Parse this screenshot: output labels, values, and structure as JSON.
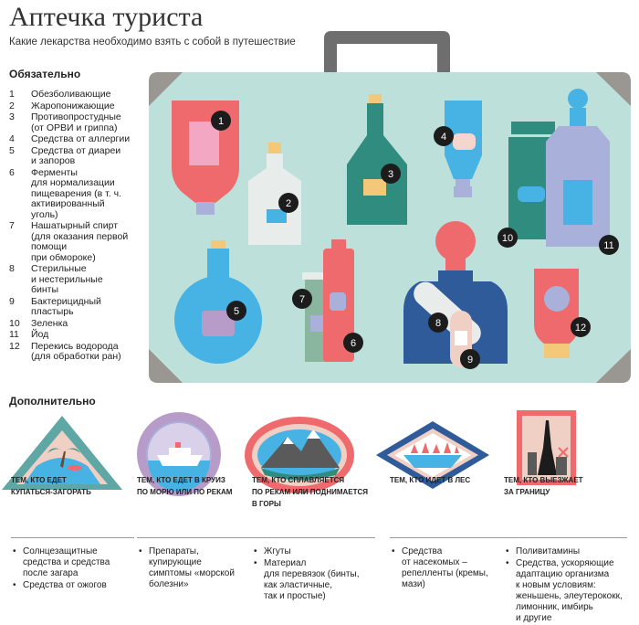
{
  "title": "Аптечка туриста",
  "subtitle": "Какие лекарства необходимо взять с собой  в путешествие",
  "required": {
    "heading": "Обязательно",
    "items": [
      {
        "n": "1",
        "text": "Обезболивающие"
      },
      {
        "n": "2",
        "text": "Жаропонижающие"
      },
      {
        "n": "3",
        "text": "Противопростудные\n(от ОРВИ и гриппа)"
      },
      {
        "n": "4",
        "text": "Средства от аллергии"
      },
      {
        "n": "5",
        "text": "Средства от диареи\nи запоров"
      },
      {
        "n": "6",
        "text": "Ферменты\nдля нормализации\nпищеварения (в т. ч.\nактивированный\nуголь)"
      },
      {
        "n": "7",
        "text": "Нашатырный спирт\n(для оказания первой\nпомощи\nпри обмороке)"
      },
      {
        "n": "8",
        "text": "Стерильные\nи нестерильные\nбинты"
      },
      {
        "n": "9",
        "text": "Бактерицидный\nпластырь"
      },
      {
        "n": "10",
        "text": "Зеленка"
      },
      {
        "n": "11",
        "text": "Йод"
      },
      {
        "n": "12",
        "text": "Перекись водорода\n(для обработки ран)"
      }
    ]
  },
  "case_markers": [
    "1",
    "2",
    "3",
    "4",
    "5",
    "6",
    "7",
    "8",
    "9",
    "10",
    "11",
    "12"
  ],
  "additional": {
    "heading": "Дополнительно",
    "categories": [
      {
        "head": "ТЕМ, КТО ЕДЕТ\nКУПАТЬСЯ-ЗАГОРАТЬ",
        "items": [
          "Солнцезащитные\nсредства и средства\nпосле загара",
          "Средства от ожогов"
        ]
      },
      {
        "head": "ТЕМ, КТО ЕДЕТ В КРУИЗ\nПО МОРЮ ИЛИ ПО РЕКАМ",
        "items": [
          "Препараты,\nкупирующие\nсимптомы «морской\nболезни»"
        ]
      },
      {
        "head": "ТЕМ, КТО СПЛАВЛЯЕТСЯ\nПО РЕКАМ ИЛИ ПОДНИМАЕТСЯ\nВ ГОРЫ",
        "items": [
          "Жгуты",
          "Материал\nдля перевязок (бинты,\nкак эластичные,\nтак и простые)"
        ]
      },
      {
        "head": "ТЕМ, КТО ИДЕТ В ЛЕС",
        "items": [
          "Средства\nот насекомых –\nрепелленты (кремы,\nмази)"
        ]
      },
      {
        "head": "ТЕМ, КТО ВЫЕЗЖАЕТ\nЗА ГРАНИЦУ",
        "items": [
          "Поливитамины",
          "Средства, ускоряющие\nадаптацию организма\nк новым условиям:\nженьшень, элеутерококк,\nлимонник, имбирь\nи другие"
        ]
      }
    ]
  },
  "colors": {
    "case": "#bde0da",
    "handle": "#6e6e6e",
    "corner": "#9a9691",
    "red": "#ee6a6c",
    "teal": "#2f8c7f",
    "blue": "#47b3e4",
    "navy": "#2f5b9a",
    "lavender": "#a9b0da",
    "marker": "#1c1c1c"
  }
}
